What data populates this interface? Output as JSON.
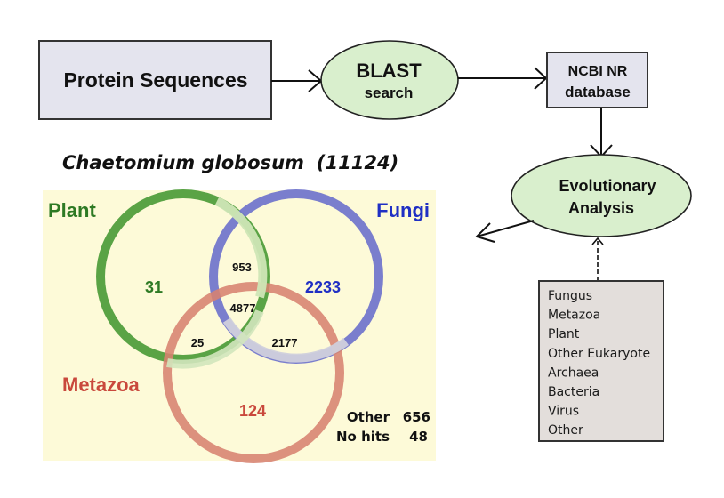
{
  "flow": {
    "protein_sequences": "Protein Sequences",
    "blast_line1": "BLAST",
    "blast_line2": "search",
    "ncbi_line1": "NCBI NR",
    "ncbi_line2": "database",
    "evo_line1": "Evolutionary",
    "evo_line2": "Analysis"
  },
  "colors": {
    "box_fill": "#e4e4ee",
    "ellipse_fill": "#d9efcd",
    "legend_fill": "#e3dedb",
    "venn_bg": "#fdfad8",
    "plant": "#5aa345",
    "fungi": "#6f73cc",
    "metazoa": "#d7826f",
    "plant_text": "#2e7a24",
    "fungi_text": "#1f2fc4",
    "metazoa_text": "#c9483c"
  },
  "title": {
    "organism": "Chaetomium globosum",
    "total": "(11124)"
  },
  "venn": {
    "sets": [
      {
        "name": "Plant"
      },
      {
        "name": "Fungi"
      },
      {
        "name": "Metazoa"
      }
    ],
    "regions": {
      "plant_only": "31",
      "fungi_only": "2233",
      "metazoa_only": "124",
      "plant_fungi": "953",
      "plant_fungi_metazoa": "4877",
      "plant_metazoa": "25",
      "fungi_metazoa": "2177"
    },
    "other_label": "Other",
    "other_value": "656",
    "nohits_label": "No hits",
    "nohits_value": "48"
  },
  "categories_list": [
    "Fungus",
    "Metazoa",
    "Plant",
    "Other Eukaryote",
    "Archaea",
    "Bacteria",
    "Virus",
    "Other"
  ]
}
